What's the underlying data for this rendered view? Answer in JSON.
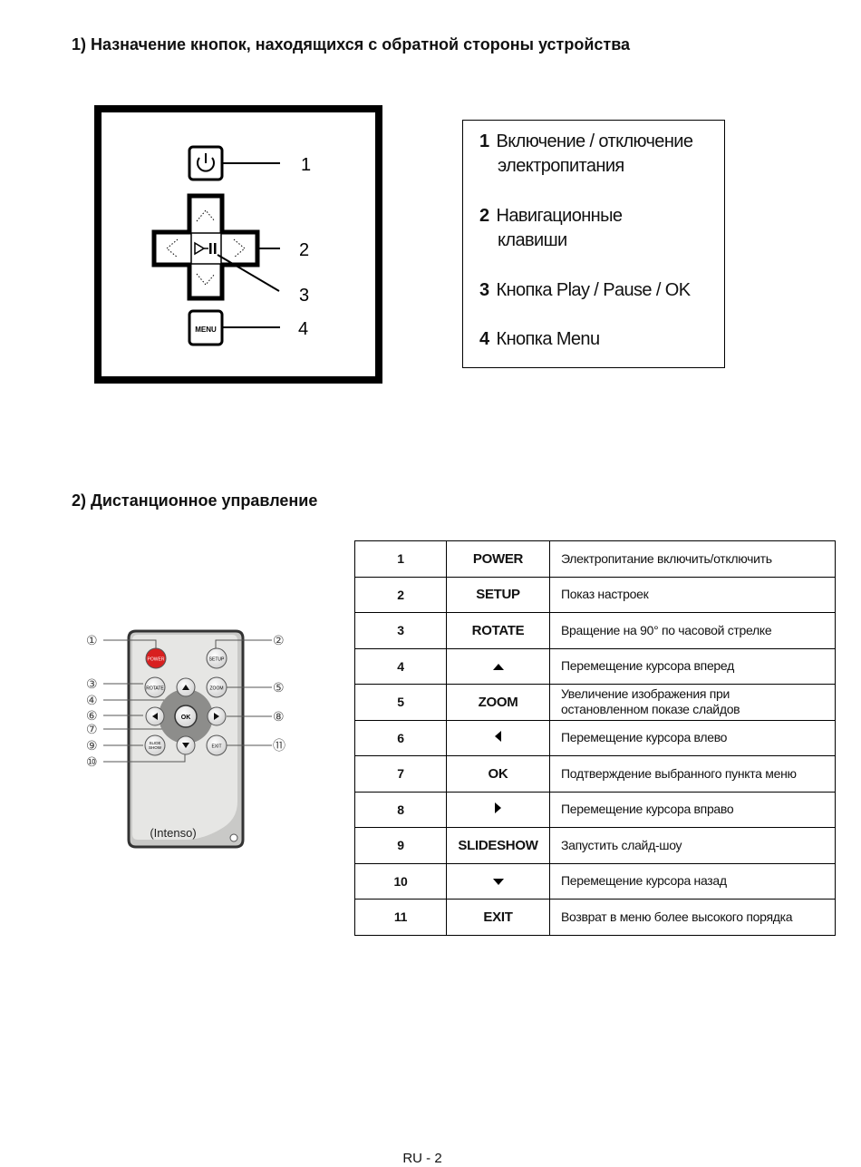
{
  "section1": {
    "title": "1)  Назначение кнопок, находящихся с обратной стороны устройства",
    "diagram": {
      "callouts": [
        "1",
        "2",
        "3",
        "4"
      ],
      "menu_label": "MENU"
    },
    "legend": [
      {
        "num": "1",
        "text": "Включение / отключение",
        "text2": "электропитания"
      },
      {
        "num": "2",
        "text": "Навигационные",
        "text2": "клавиши"
      },
      {
        "num": "3",
        "text": "Кнопка Play / Pause / OK"
      },
      {
        "num": "4",
        "text": "Кнопка Menu"
      }
    ]
  },
  "section2": {
    "title": "2)  Дистанционное управление",
    "remote": {
      "callouts": [
        "①",
        "②",
        "③",
        "④",
        "⑤",
        "⑥",
        "⑦",
        "⑧",
        "⑨",
        "⑩",
        "⑪"
      ],
      "buttons": {
        "power": "POWER",
        "setup": "SETUP",
        "rotate": "ROTATE",
        "zoom": "ZOOM",
        "ok": "OK",
        "slide": "SLIDE",
        "show": "SHOW",
        "exit": "EXIT"
      },
      "brand": "(Intenso)"
    },
    "table": [
      {
        "num": "1",
        "key": "POWER",
        "desc": "Электропитание включить/отключить"
      },
      {
        "num": "2",
        "key": "SETUP",
        "desc": "Показ настроек"
      },
      {
        "num": "3",
        "key": "ROTATE",
        "desc": "Вращение на 90° по часовой стрелке"
      },
      {
        "num": "4",
        "key": "",
        "icon": "arrow-up-icon",
        "desc": "Перемещение курсора вперед"
      },
      {
        "num": "5",
        "key": "ZOOM",
        "desc": "Увеличение изображения при",
        "desc2": "остановленном показе слайдов"
      },
      {
        "num": "6",
        "key": "",
        "icon": "arrow-left-icon",
        "desc": "Перемещение курсора влево"
      },
      {
        "num": "7",
        "key": "OK",
        "desc": "Подтверждение выбранного пункта меню"
      },
      {
        "num": "8",
        "key": "",
        "icon": "arrow-right-icon",
        "desc": "Перемещение курсора вправо"
      },
      {
        "num": "9",
        "key": "SLIDESHOW",
        "desc": "Запустить слайд-шоу"
      },
      {
        "num": "10",
        "key": "",
        "icon": "arrow-down-icon",
        "desc": "Перемещение курсора назад"
      },
      {
        "num": "11",
        "key": "EXIT",
        "desc": "Возврат в меню более высокого порядка"
      }
    ]
  },
  "footer": {
    "page": "RU - 2"
  }
}
